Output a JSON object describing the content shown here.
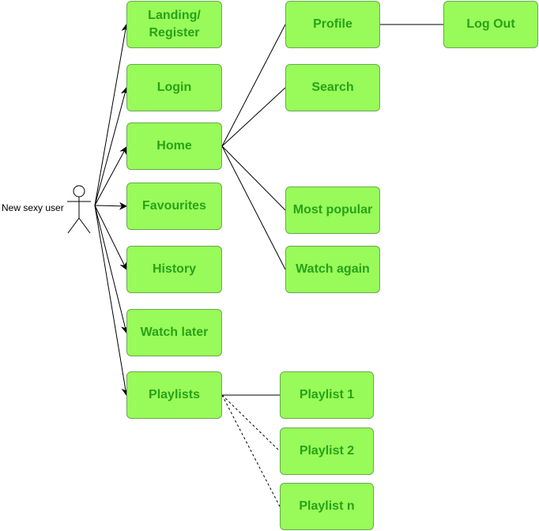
{
  "actor": {
    "label": "New sexy user",
    "icon": "stick-figure-icon"
  },
  "nodes": {
    "landing": "Landing/\nRegister",
    "login": "Login",
    "home": "Home",
    "favourites": "Favourites",
    "history": "History",
    "watch_later": "Watch later",
    "playlists": "Playlists",
    "profile": "Profile",
    "search": "Search",
    "most_popular": "Most popular",
    "watch_again": "Watch again",
    "log_out": "Log Out",
    "playlist_1": "Playlist 1",
    "playlist_2": "Playlist 2",
    "playlist_n": "Playlist n"
  },
  "colors": {
    "node_fill": "#98fb59",
    "node_border": "#6aa84f",
    "node_text": "#28a21a",
    "edge": "#000000"
  }
}
